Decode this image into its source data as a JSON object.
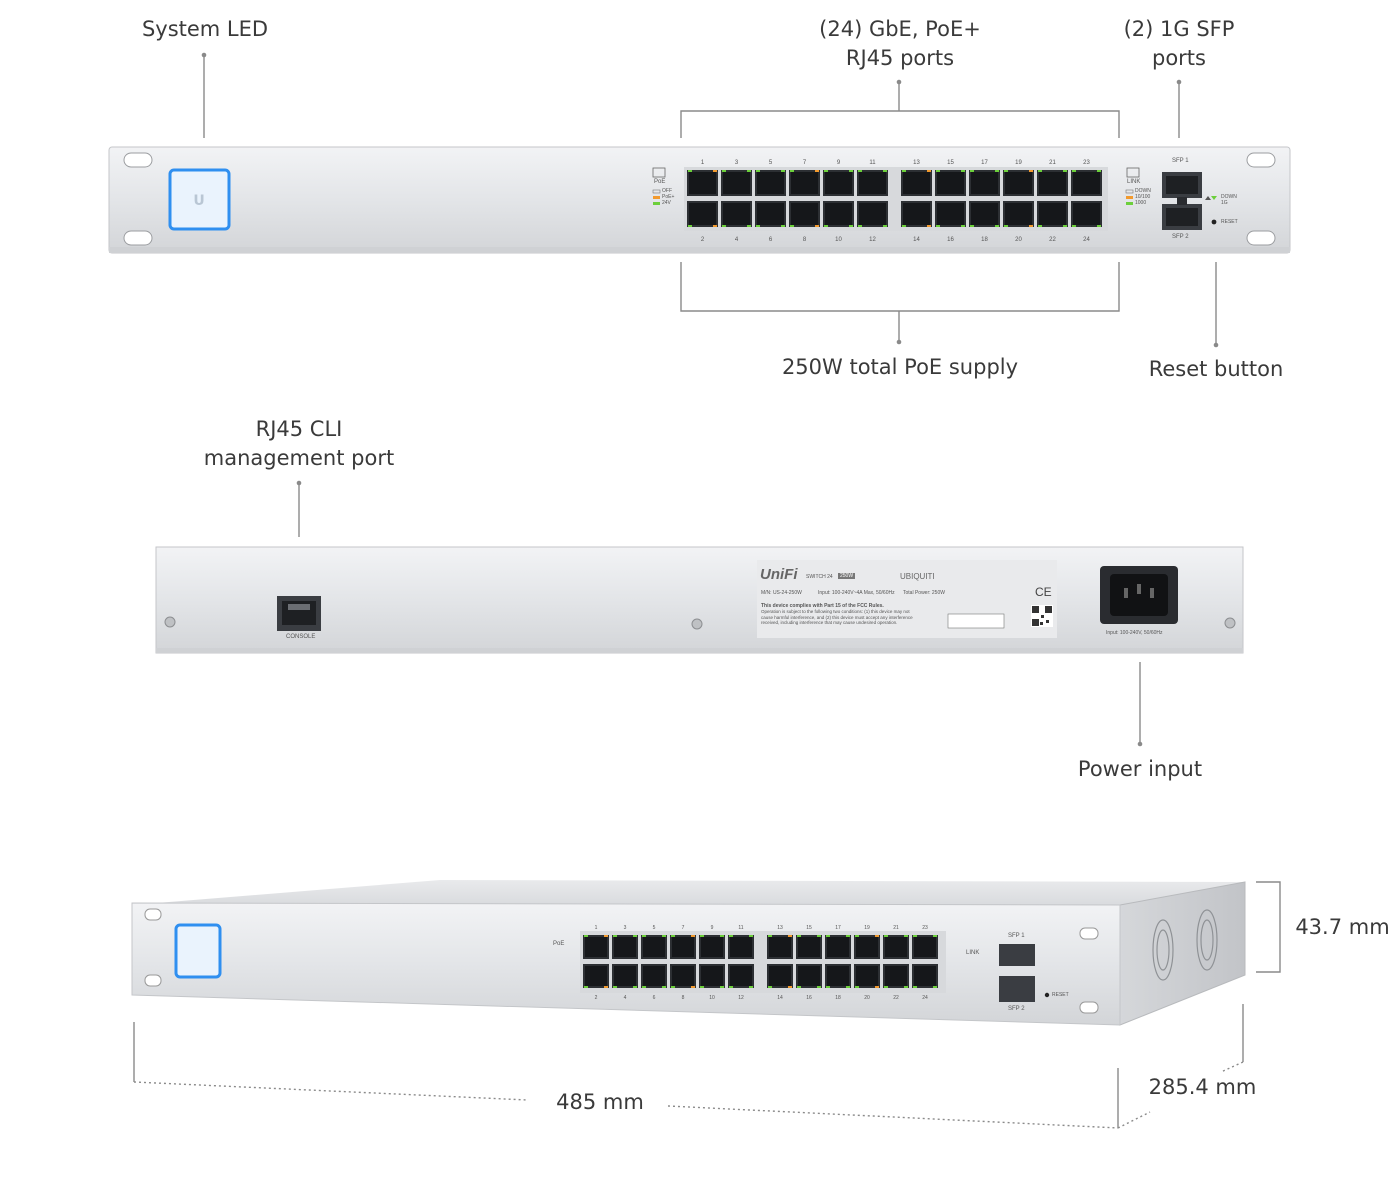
{
  "callouts": {
    "system_led": "System LED",
    "rj45_ports_line1": "(24) GbE, PoE+",
    "rj45_ports_line2": "RJ45 ports",
    "sfp_ports_line1": "(2) 1G SFP",
    "sfp_ports_line2": "ports",
    "poe_supply": "250W total PoE supply",
    "reset_button": "Reset button",
    "cli_port_line1": "RJ45 CLI",
    "cli_port_line2": "management port",
    "power_input": "Power input"
  },
  "dimensions": {
    "height": "43.7 mm",
    "width": "485 mm",
    "depth": "285.4 mm"
  },
  "front_panel": {
    "poe_label": "PoE",
    "poe_legend": [
      "OFF",
      "PoE+",
      "24V"
    ],
    "link_label": "LINK",
    "link_legend": [
      "DOWN",
      "10/100",
      "1000"
    ],
    "port_numbers_top": [
      "1",
      "3",
      "5",
      "7",
      "9",
      "11",
      "13",
      "15",
      "17",
      "19",
      "21",
      "23"
    ],
    "port_numbers_bottom": [
      "2",
      "4",
      "6",
      "8",
      "10",
      "12",
      "14",
      "16",
      "18",
      "20",
      "22",
      "24"
    ],
    "sfp1_label": "SFP 1",
    "sfp2_label": "SFP 2",
    "sfp_legend": [
      "DOWN",
      "1G"
    ],
    "reset_label": "RESET"
  },
  "rear_panel": {
    "console_label": "CONSOLE",
    "brand": "UniFi",
    "model_tag": "SWITCH 24",
    "model_badge": "250W",
    "maker": "UBIQUITI",
    "model_number": "M/N: US-24-250W",
    "input_rating": "Input: 100-240V~4A Max, 50/60Hz",
    "total_power": "Total Power: 250W",
    "fcc_title": "This device complies with Part 15 of the FCC Rules.",
    "fcc_line1": "Operation is subject to the following two conditions: (1) this device may not",
    "fcc_line2": "cause harmful interference, and (2) this device must accept any interference",
    "fcc_line3": "received, including interference that may cause undesired operation.",
    "power_input_label": "Input: 100-240V, 50/60Hz",
    "ce_mark": "CE"
  },
  "colors": {
    "chassis": "#e6e8ea",
    "chassis_edge": "#c9cbce",
    "led_blue": "#2f8ff0",
    "port_dark": "#2c2f33",
    "led_green": "#6ccf3b",
    "led_orange": "#f29a2e",
    "callout_line": "#8a8a8a"
  }
}
